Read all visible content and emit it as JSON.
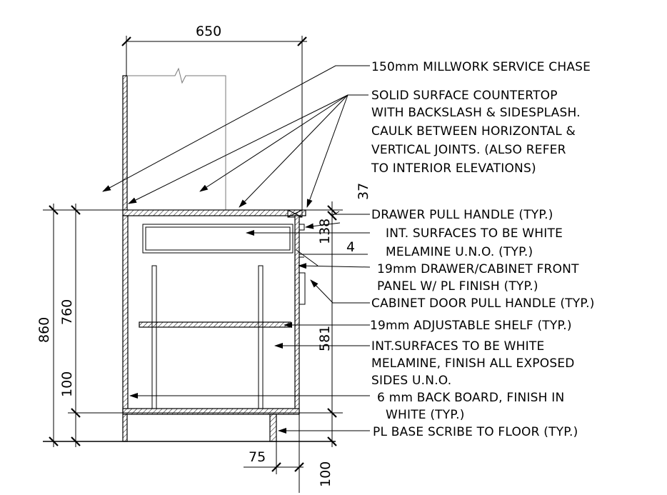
{
  "dimensions": {
    "width_top": "650",
    "height_total": "860",
    "height_cabinet": "760",
    "height_base": "100",
    "counter_thk": "37",
    "drawer_h": "138",
    "gap": "4",
    "door_h": "581",
    "base_setback": "75",
    "base_h": "100"
  },
  "notes": [
    "150mm MILLWORK SERVICE CHASE",
    "SOLID SURFACE COUNTERTOP",
    "WITH BACKSLASH & SIDESPLASH.",
    "CAULK BETWEEN HORIZONTAL &",
    "VERTICAL JOINTS. (ALSO REFER",
    "TO INTERIOR ELEVATIONS)",
    "DRAWER PULL HANDLE (TYP.)",
    "INT. SURFACES TO BE WHITE",
    "MELAMINE U.N.O. (TYP.)",
    "19mm DRAWER/CABINET FRONT",
    "PANEL W/ PL FINISH (TYP.)",
    "CABINET DOOR PULL HANDLE (TYP.)",
    "19mm ADJUSTABLE SHELF (TYP.)",
    "INT.SURFACES TO BE WHITE",
    "MELAMINE, FINISH ALL EXPOSED",
    "SIDES U.N.O.",
    "6 mm BACK BOARD, FINISH IN",
    "WHITE (TYP.)",
    "PL BASE SCRIBE TO FLOOR (TYP.)"
  ]
}
